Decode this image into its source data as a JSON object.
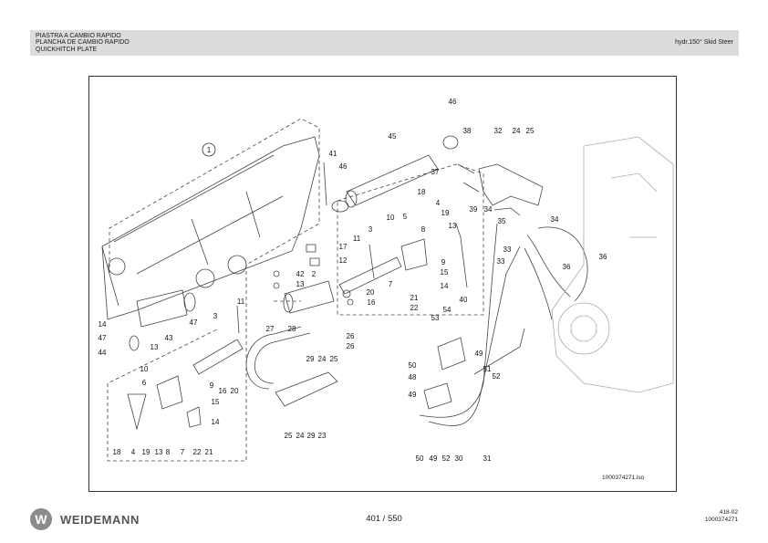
{
  "header": {
    "lines": [
      "PIASTRA A CAMBIO RAPIDO",
      "PLANCHA DE CAMBIO RAPIDO",
      "QUICKHITCH PLATE"
    ],
    "model": "hydr.150° Skid Steer"
  },
  "drawing": {
    "image_id": "1000374271.iso",
    "callouts": [
      "1",
      "2",
      "3",
      "3",
      "4",
      "4",
      "5",
      "6",
      "7",
      "7",
      "8",
      "8",
      "9",
      "9",
      "10",
      "10",
      "11",
      "11",
      "12",
      "13",
      "13",
      "13",
      "13",
      "14",
      "14",
      "14",
      "15",
      "15",
      "16",
      "16",
      "17",
      "18",
      "18",
      "19",
      "19",
      "20",
      "20",
      "21",
      "21",
      "22",
      "22",
      "23",
      "24",
      "24",
      "24",
      "25",
      "25",
      "25",
      "26",
      "26",
      "27",
      "28",
      "29",
      "29",
      "30",
      "31",
      "32",
      "33",
      "33",
      "34",
      "34",
      "35",
      "36",
      "36",
      "37",
      "38",
      "39",
      "40",
      "41",
      "42",
      "43",
      "44",
      "45",
      "46",
      "46",
      "47",
      "47",
      "48",
      "49",
      "49",
      "49",
      "50",
      "50",
      "51",
      "52",
      "52",
      "53",
      "54"
    ]
  },
  "footer": {
    "brand": "WEIDEMANN",
    "logo_letter": "W",
    "page": "401 / 550",
    "ref_lines": [
      "418-02",
      "1000374271"
    ]
  }
}
